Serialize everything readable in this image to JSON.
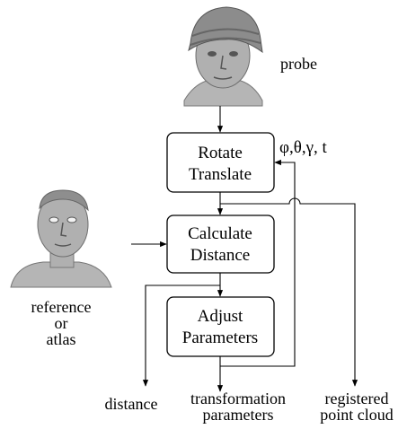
{
  "images": {
    "probe": "probe-head-scan",
    "reference": "reference-head-scan"
  },
  "labels": {
    "probe": "probe",
    "params": "φ,θ,γ, t",
    "reference_line1": "reference",
    "reference_line2": "or",
    "reference_line3": "atlas",
    "distance": "distance",
    "transformation_line1": "transformation",
    "transformation_line2": "parameters",
    "registered_line1": "registered",
    "registered_line2": "point cloud"
  },
  "boxes": {
    "rotate": {
      "line1": "Rotate",
      "line2": "Translate"
    },
    "calculate": {
      "line1": "Calculate",
      "line2": "Distance"
    },
    "adjust": {
      "line1": "Adjust",
      "line2": "Parameters"
    }
  },
  "colors": {
    "stroke": "#000000",
    "skin": "#a9a9a9",
    "hat": "#8c8c8c"
  }
}
